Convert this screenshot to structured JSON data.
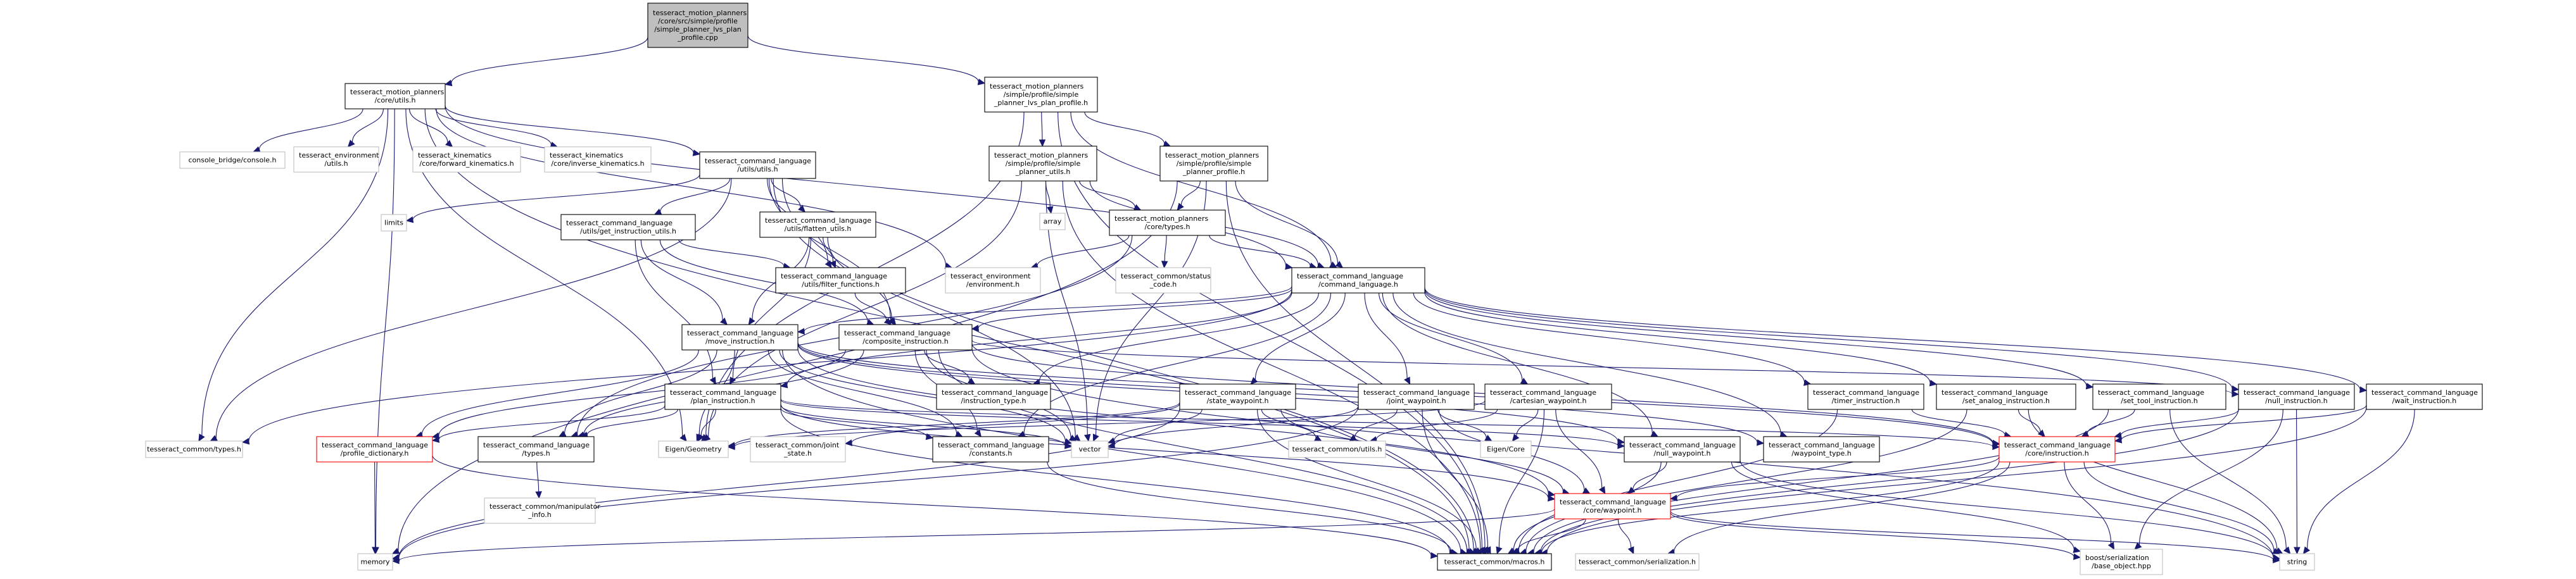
{
  "colors": {
    "edge": "#191970",
    "root_fill": "#bfbfbf",
    "node_stroke": "#000000",
    "gray_stroke": "#bfbfbf",
    "red_stroke": "#ff0000",
    "text": "#000000"
  },
  "nodes": [
    {
      "id": "root",
      "lines": [
        "tesseract_motion_planners",
        "/core/src/simple/profile",
        "/simple_planner_lvs_plan",
        "_profile.cpp"
      ],
      "style": "root"
    },
    {
      "id": "core_utils",
      "lines": [
        "tesseract_motion_planners",
        "/core/utils.h"
      ],
      "style": "normal"
    },
    {
      "id": "lvs_profile_h",
      "lines": [
        "tesseract_motion_planners",
        "/simple/profile/simple",
        "_planner_lvs_plan_profile.h"
      ],
      "style": "normal"
    },
    {
      "id": "console_bridge",
      "lines": [
        "console_bridge/console.h"
      ],
      "style": "gray"
    },
    {
      "id": "env_utils",
      "lines": [
        "tesseract_environment",
        "/utils.h"
      ],
      "style": "gray"
    },
    {
      "id": "fwd_kin",
      "lines": [
        "tesseract_kinematics",
        "/core/forward_kinematics.h"
      ],
      "style": "gray"
    },
    {
      "id": "inv_kin",
      "lines": [
        "tesseract_kinematics",
        "/core/inverse_kinematics.h"
      ],
      "style": "gray"
    },
    {
      "id": "cl_utils",
      "lines": [
        "tesseract_command_language",
        "/utils/utils.h"
      ],
      "style": "normal"
    },
    {
      "id": "simple_utils",
      "lines": [
        "tesseract_motion_planners",
        "/simple/profile/simple",
        "_planner_utils.h"
      ],
      "style": "normal"
    },
    {
      "id": "simple_profile",
      "lines": [
        "tesseract_motion_planners",
        "/simple/profile/simple",
        "_planner_profile.h"
      ],
      "style": "normal"
    },
    {
      "id": "limits",
      "lines": [
        "limits"
      ],
      "style": "gray"
    },
    {
      "id": "get_instr_utils",
      "lines": [
        "tesseract_command_language",
        "/utils/get_instruction_utils.h"
      ],
      "style": "normal"
    },
    {
      "id": "flatten_utils",
      "lines": [
        "tesseract_command_language",
        "/utils/flatten_utils.h"
      ],
      "style": "normal"
    },
    {
      "id": "array",
      "lines": [
        "array"
      ],
      "style": "gray"
    },
    {
      "id": "mp_types",
      "lines": [
        "tesseract_motion_planners",
        "/core/types.h"
      ],
      "style": "normal"
    },
    {
      "id": "filter_functions",
      "lines": [
        "tesseract_command_language",
        "/utils/filter_functions.h"
      ],
      "style": "normal"
    },
    {
      "id": "env_environment",
      "lines": [
        "tesseract_environment",
        "/environment.h"
      ],
      "style": "gray"
    },
    {
      "id": "status_code",
      "lines": [
        "tesseract_common/status",
        "_code.h"
      ],
      "style": "gray"
    },
    {
      "id": "command_language",
      "lines": [
        "tesseract_command_language",
        "/command_language.h"
      ],
      "style": "normal"
    },
    {
      "id": "move_instruction",
      "lines": [
        "tesseract_command_language",
        "/move_instruction.h"
      ],
      "style": "normal"
    },
    {
      "id": "composite_instruction",
      "lines": [
        "tesseract_command_language",
        "/composite_instruction.h"
      ],
      "style": "normal"
    },
    {
      "id": "instruction_type",
      "lines": [
        "tesseract_command_language",
        "/instruction_type.h"
      ],
      "style": "normal"
    },
    {
      "id": "plan_instruction",
      "lines": [
        "tesseract_command_language",
        "/plan_instruction.h"
      ],
      "style": "normal"
    },
    {
      "id": "state_waypoint",
      "lines": [
        "tesseract_command_language",
        "/state_waypoint.h"
      ],
      "style": "normal"
    },
    {
      "id": "joint_waypoint",
      "lines": [
        "tesseract_command_language",
        "/joint_waypoint.h"
      ],
      "style": "normal"
    },
    {
      "id": "cartesian_waypoint",
      "lines": [
        "tesseract_command_language",
        "/cartesian_waypoint.h"
      ],
      "style": "normal"
    },
    {
      "id": "timer_instruction",
      "lines": [
        "tesseract_command_language",
        "/timer_instruction.h"
      ],
      "style": "normal"
    },
    {
      "id": "set_analog_instruction",
      "lines": [
        "tesseract_command_language",
        "/set_analog_instruction.h"
      ],
      "style": "normal"
    },
    {
      "id": "set_tool_instruction",
      "lines": [
        "tesseract_command_language",
        "/set_tool_instruction.h"
      ],
      "style": "normal"
    },
    {
      "id": "null_instruction",
      "lines": [
        "tesseract_command_language",
        "/null_instruction.h"
      ],
      "style": "normal"
    },
    {
      "id": "wait_instruction",
      "lines": [
        "tesseract_command_language",
        "/wait_instruction.h"
      ],
      "style": "normal"
    },
    {
      "id": "common_types",
      "lines": [
        "tesseract_common/types.h"
      ],
      "style": "gray"
    },
    {
      "id": "profile_dictionary",
      "lines": [
        "tesseract_command_language",
        "/profile_dictionary.h"
      ],
      "style": "red"
    },
    {
      "id": "cl_types",
      "lines": [
        "tesseract_command_language",
        "/types.h"
      ],
      "style": "normal"
    },
    {
      "id": "eigen_geometry",
      "lines": [
        "Eigen/Geometry"
      ],
      "style": "gray"
    },
    {
      "id": "joint_state",
      "lines": [
        "tesseract_common/joint",
        "_state.h"
      ],
      "style": "gray"
    },
    {
      "id": "constants",
      "lines": [
        "tesseract_command_language",
        "/constants.h"
      ],
      "style": "normal"
    },
    {
      "id": "vector",
      "lines": [
        "vector"
      ],
      "style": "gray"
    },
    {
      "id": "common_utils",
      "lines": [
        "tesseract_common/utils.h"
      ],
      "style": "gray"
    },
    {
      "id": "eigen_core",
      "lines": [
        "Eigen/Core"
      ],
      "style": "gray"
    },
    {
      "id": "null_waypoint",
      "lines": [
        "tesseract_command_language",
        "/null_waypoint.h"
      ],
      "style": "normal"
    },
    {
      "id": "waypoint_type",
      "lines": [
        "tesseract_command_language",
        "/waypoint_type.h"
      ],
      "style": "normal"
    },
    {
      "id": "core_instruction",
      "lines": [
        "tesseract_command_language",
        "/core/instruction.h"
      ],
      "style": "red"
    },
    {
      "id": "manipulator_info",
      "lines": [
        "tesseract_common/manipulator",
        "_info.h"
      ],
      "style": "gray"
    },
    {
      "id": "core_waypoint",
      "lines": [
        "tesseract_command_language",
        "/core/waypoint.h"
      ],
      "style": "red"
    },
    {
      "id": "memory",
      "lines": [
        "memory"
      ],
      "style": "gray"
    },
    {
      "id": "macros",
      "lines": [
        "tesseract_common/macros.h"
      ],
      "style": "normal"
    },
    {
      "id": "serialization",
      "lines": [
        "tesseract_common/serialization.h"
      ],
      "style": "gray"
    },
    {
      "id": "boost_base_object",
      "lines": [
        "boost/serialization",
        "/base_object.hpp"
      ],
      "style": "gray"
    },
    {
      "id": "string",
      "lines": [
        "string"
      ],
      "style": "gray"
    }
  ],
  "edges": [
    [
      "root",
      "core_utils"
    ],
    [
      "root",
      "lvs_profile_h"
    ],
    [
      "core_utils",
      "console_bridge"
    ],
    [
      "core_utils",
      "env_utils"
    ],
    [
      "core_utils",
      "fwd_kin"
    ],
    [
      "core_utils",
      "inv_kin"
    ],
    [
      "core_utils",
      "cl_utils"
    ],
    [
      "core_utils",
      "command_language"
    ],
    [
      "core_utils",
      "env_environment"
    ],
    [
      "core_utils",
      "common_types"
    ],
    [
      "core_utils",
      "memory"
    ],
    [
      "core_utils",
      "eigen_geometry"
    ],
    [
      "core_utils",
      "macros"
    ],
    [
      "lvs_profile_h",
      "simple_utils"
    ],
    [
      "lvs_profile_h",
      "simple_profile"
    ],
    [
      "lvs_profile_h",
      "macros"
    ],
    [
      "lvs_profile_h",
      "eigen_geometry"
    ],
    [
      "lvs_profile_h",
      "command_language"
    ],
    [
      "simple_utils",
      "array"
    ],
    [
      "simple_utils",
      "mp_types"
    ],
    [
      "simple_utils",
      "vector"
    ],
    [
      "simple_utils",
      "command_language"
    ],
    [
      "simple_utils",
      "eigen_geometry"
    ],
    [
      "simple_utils",
      "macros"
    ],
    [
      "simple_profile",
      "mp_types"
    ],
    [
      "simple_profile",
      "command_language"
    ],
    [
      "simple_profile",
      "memory"
    ],
    [
      "simple_profile",
      "vector"
    ],
    [
      "simple_profile",
      "macros"
    ],
    [
      "cl_utils",
      "limits"
    ],
    [
      "cl_utils",
      "get_instr_utils"
    ],
    [
      "cl_utils",
      "flatten_utils"
    ],
    [
      "cl_utils",
      "filter_functions"
    ],
    [
      "cl_utils",
      "composite_instruction"
    ],
    [
      "cl_utils",
      "common_types"
    ],
    [
      "cl_utils",
      "vector"
    ],
    [
      "cl_utils",
      "macros"
    ],
    [
      "get_instr_utils",
      "filter_functions"
    ],
    [
      "get_instr_utils",
      "move_instruction"
    ],
    [
      "get_instr_utils",
      "plan_instruction"
    ],
    [
      "get_instr_utils",
      "composite_instruction"
    ],
    [
      "flatten_utils",
      "filter_functions"
    ],
    [
      "flatten_utils",
      "composite_instruction"
    ],
    [
      "flatten_utils",
      "move_instruction"
    ],
    [
      "flatten_utils",
      "plan_instruction"
    ],
    [
      "filter_functions",
      "composite_instruction"
    ],
    [
      "mp_types",
      "env_environment"
    ],
    [
      "mp_types",
      "status_code"
    ],
    [
      "mp_types",
      "command_language"
    ],
    [
      "mp_types",
      "cl_types"
    ],
    [
      "command_language",
      "move_instruction"
    ],
    [
      "command_language",
      "composite_instruction"
    ],
    [
      "command_language",
      "instruction_type"
    ],
    [
      "command_language",
      "plan_instruction"
    ],
    [
      "command_language",
      "state_waypoint"
    ],
    [
      "command_language",
      "joint_waypoint"
    ],
    [
      "command_language",
      "cartesian_waypoint"
    ],
    [
      "command_language",
      "timer_instruction"
    ],
    [
      "command_language",
      "set_analog_instruction"
    ],
    [
      "command_language",
      "set_tool_instruction"
    ],
    [
      "command_language",
      "null_instruction"
    ],
    [
      "command_language",
      "wait_instruction"
    ],
    [
      "command_language",
      "null_waypoint"
    ],
    [
      "command_language",
      "waypoint_type"
    ],
    [
      "command_language",
      "constants"
    ],
    [
      "command_language",
      "common_types"
    ],
    [
      "move_instruction",
      "profile_dictionary"
    ],
    [
      "move_instruction",
      "cl_types"
    ],
    [
      "move_instruction",
      "eigen_geometry"
    ],
    [
      "move_instruction",
      "constants"
    ],
    [
      "move_instruction",
      "vector"
    ],
    [
      "move_instruction",
      "core_instruction"
    ],
    [
      "move_instruction",
      "core_waypoint"
    ],
    [
      "move_instruction",
      "macros"
    ],
    [
      "move_instruction",
      "null_waypoint"
    ],
    [
      "move_instruction",
      "waypoint_type"
    ],
    [
      "composite_instruction",
      "instruction_type"
    ],
    [
      "composite_instruction",
      "null_instruction"
    ],
    [
      "composite_instruction",
      "core_instruction"
    ],
    [
      "composite_instruction",
      "profile_dictionary"
    ],
    [
      "composite_instruction",
      "cl_types"
    ],
    [
      "composite_instruction",
      "constants"
    ],
    [
      "composite_instruction",
      "vector"
    ],
    [
      "composite_instruction",
      "string"
    ],
    [
      "composite_instruction",
      "macros"
    ],
    [
      "plan_instruction",
      "profile_dictionary"
    ],
    [
      "plan_instruction",
      "cl_types"
    ],
    [
      "plan_instruction",
      "eigen_geometry"
    ],
    [
      "plan_instruction",
      "constants"
    ],
    [
      "plan_instruction",
      "vector"
    ],
    [
      "plan_instruction",
      "core_instruction"
    ],
    [
      "plan_instruction",
      "core_waypoint"
    ],
    [
      "plan_instruction",
      "null_waypoint"
    ],
    [
      "plan_instruction",
      "macros"
    ],
    [
      "state_waypoint",
      "eigen_geometry"
    ],
    [
      "state_waypoint",
      "joint_state"
    ],
    [
      "state_waypoint",
      "vector"
    ],
    [
      "state_waypoint",
      "common_utils"
    ],
    [
      "state_waypoint",
      "core_waypoint"
    ],
    [
      "state_waypoint",
      "memory"
    ],
    [
      "state_waypoint",
      "macros"
    ],
    [
      "joint_waypoint",
      "vector"
    ],
    [
      "joint_waypoint",
      "eigen_core"
    ],
    [
      "joint_waypoint",
      "common_utils"
    ],
    [
      "joint_waypoint",
      "core_waypoint"
    ],
    [
      "joint_waypoint",
      "memory"
    ],
    [
      "joint_waypoint",
      "macros"
    ],
    [
      "cartesian_waypoint",
      "eigen_geometry"
    ],
    [
      "cartesian_waypoint",
      "eigen_core"
    ],
    [
      "cartesian_waypoint",
      "common_utils"
    ],
    [
      "cartesian_waypoint",
      "core_waypoint"
    ],
    [
      "cartesian_waypoint",
      "macros"
    ],
    [
      "timer_instruction",
      "core_instruction"
    ],
    [
      "timer_instruction",
      "macros"
    ],
    [
      "set_analog_instruction",
      "core_instruction"
    ],
    [
      "set_analog_instruction",
      "macros"
    ],
    [
      "set_analog_instruction",
      "string"
    ],
    [
      "set_tool_instruction",
      "core_instruction"
    ],
    [
      "set_tool_instruction",
      "macros"
    ],
    [
      "set_tool_instruction",
      "string"
    ],
    [
      "null_instruction",
      "core_instruction"
    ],
    [
      "null_instruction",
      "macros"
    ],
    [
      "null_instruction",
      "string"
    ],
    [
      "null_instruction",
      "boost_base_object"
    ],
    [
      "wait_instruction",
      "core_instruction"
    ],
    [
      "wait_instruction",
      "macros"
    ],
    [
      "wait_instruction",
      "string"
    ],
    [
      "profile_dictionary",
      "memory"
    ],
    [
      "profile_dictionary",
      "macros"
    ],
    [
      "cl_types",
      "manipulator_info"
    ],
    [
      "constants",
      "macros"
    ],
    [
      "null_waypoint",
      "core_waypoint"
    ],
    [
      "null_waypoint",
      "macros"
    ],
    [
      "null_waypoint",
      "string"
    ],
    [
      "null_waypoint",
      "boost_base_object"
    ],
    [
      "core_instruction",
      "core_waypoint"
    ],
    [
      "core_instruction",
      "macros"
    ],
    [
      "core_instruction",
      "string"
    ],
    [
      "core_instruction",
      "boost_base_object"
    ],
    [
      "core_instruction",
      "serialization"
    ],
    [
      "core_waypoint",
      "macros"
    ],
    [
      "core_waypoint",
      "serialization"
    ],
    [
      "core_waypoint",
      "memory"
    ],
    [
      "core_waypoint",
      "string"
    ],
    [
      "core_waypoint",
      "boost_base_object"
    ]
  ]
}
